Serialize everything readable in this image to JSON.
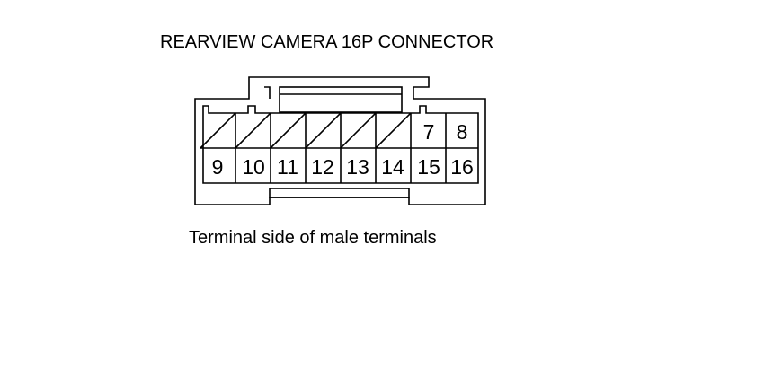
{
  "title": "REARVIEW CAMERA 16P CONNECTOR",
  "caption": "Terminal side of male terminals",
  "connector": {
    "top_row": [
      {
        "label": "",
        "unused": true
      },
      {
        "label": "",
        "unused": true
      },
      {
        "label": "",
        "unused": true
      },
      {
        "label": "",
        "unused": true
      },
      {
        "label": "",
        "unused": true
      },
      {
        "label": "",
        "unused": true
      },
      {
        "label": "7",
        "unused": false
      },
      {
        "label": "8",
        "unused": false
      }
    ],
    "bottom_row": [
      {
        "label": "9"
      },
      {
        "label": "10"
      },
      {
        "label": "11"
      },
      {
        "label": "12"
      },
      {
        "label": "13"
      },
      {
        "label": "14"
      },
      {
        "label": "15"
      },
      {
        "label": "16"
      }
    ]
  }
}
